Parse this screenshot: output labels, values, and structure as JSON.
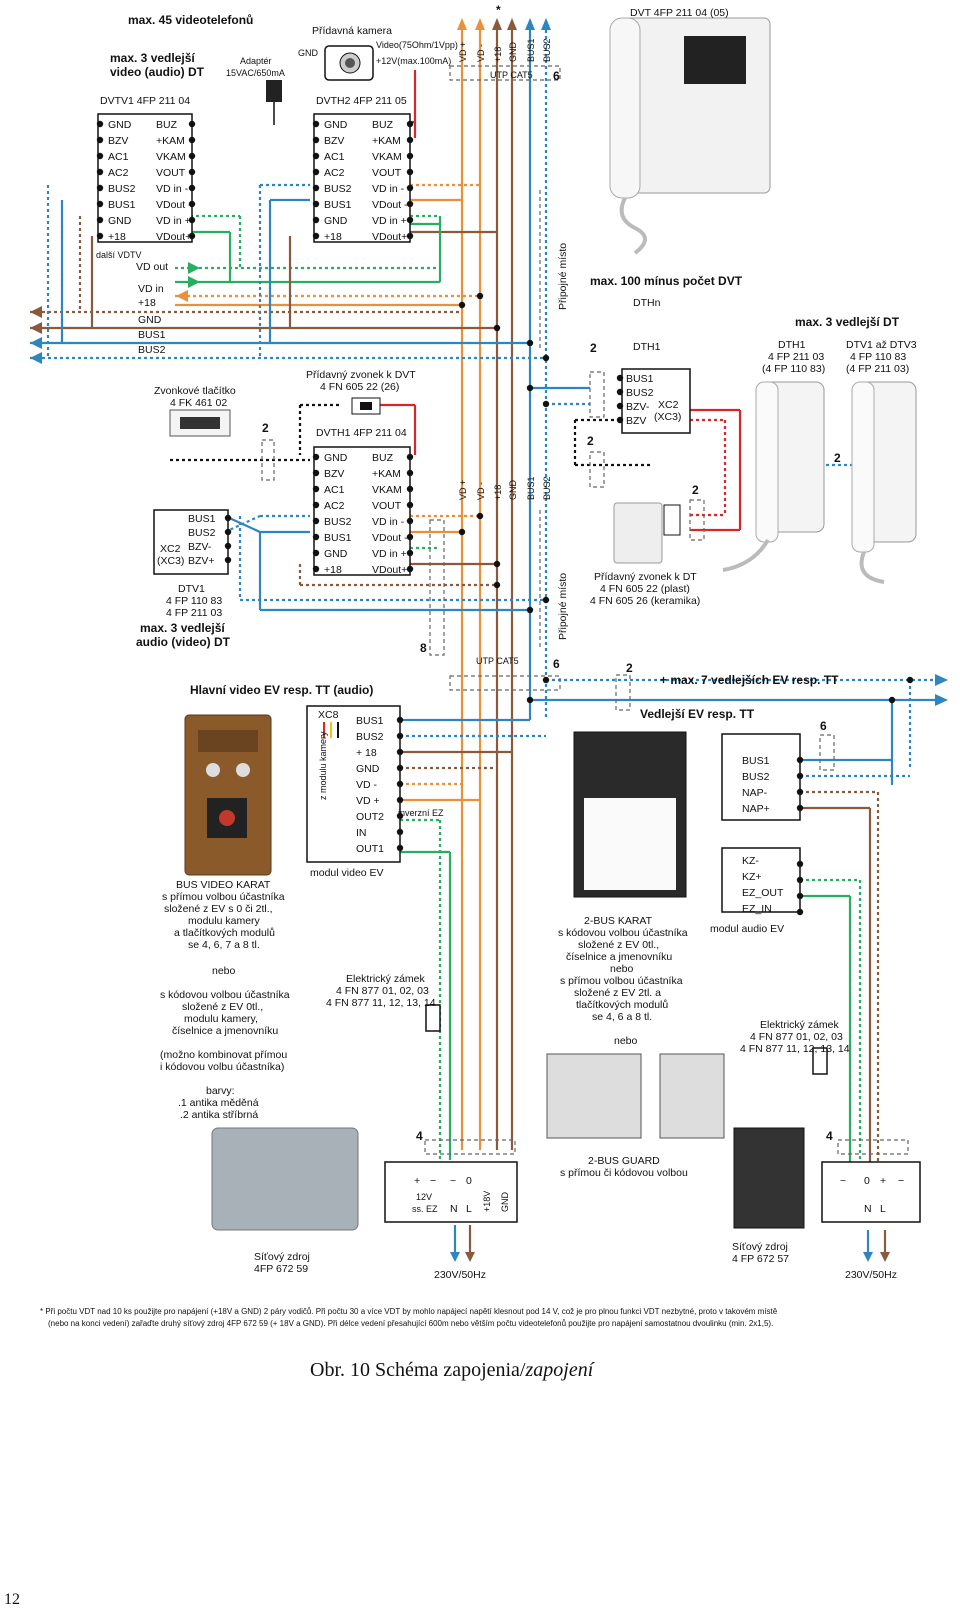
{
  "colors": {
    "blue": "#2e86c1",
    "brown": "#8b5a3c",
    "orange": "#e8913a",
    "green": "#27ae60",
    "red": "#d62828",
    "black": "#111111"
  },
  "header": {
    "max_video": "max. 45 videotelefonů",
    "star": "*",
    "extra_camera": "Přídavná kamera",
    "camera_video": "Video(75Ohm/1Vpp)",
    "camera_power": "+12V(max.100mA)",
    "camera_gnd": "GND",
    "adapter_l1": "Adaptér",
    "adapter_l2": "15VAC/650mA",
    "dvt_title": "DVT   4FP 211 04 (05)",
    "bus_labels": [
      "VD +",
      "VD -",
      "+18",
      "GND",
      "BUS1",
      "BUS2"
    ],
    "utp_top": "UTP CAT5",
    "num_6a": "6"
  },
  "dtv1": {
    "head1": "max. 3 vedlejší",
    "head2": "video (audio) DT",
    "title": "DVTV1   4FP 211 04",
    "pins_left": [
      "GND",
      "BZV",
      "AC1",
      "AC2",
      "BUS2",
      "BUS1",
      "GND",
      "+18"
    ],
    "pins_right": [
      "BUZ",
      "+KAM",
      "VKAM",
      "VOUT",
      "VD in -",
      "VDout -",
      "VD in +",
      "VDout+"
    ]
  },
  "dvth2": {
    "title": "DVTH2   4FP 211 05",
    "pins_left": [
      "GND",
      "BZV",
      "AC1",
      "AC2",
      "BUS2",
      "BUS1",
      "GND",
      "+18"
    ],
    "pins_right": [
      "BUZ",
      "+KAM",
      "VKAM",
      "VOUT",
      "VD in -",
      "VDout -",
      "VD in +",
      "VDout+"
    ]
  },
  "left_bus": {
    "dalsi": "další VDTV",
    "vd_out": "VD out",
    "vd_in": "VD in",
    "p18": "+18",
    "gnd": "GND",
    "bus1": "BUS1",
    "bus2": "BUS2"
  },
  "mid": {
    "pripojne": "Připojné místo",
    "max100": "max. 100 mínus počet DVT",
    "dthn": "DTHn",
    "dth1": "DTH1",
    "max3dt": "max. 3 vedlejší DT",
    "dth1_title_l1": "DTH1",
    "dth1_title_l2": "4 FP 211 03",
    "dth1_title_l3": "(4 FP 110 83)",
    "dtv_l1": "DTV1 až DTV3",
    "dtv_l2": "4 FP 110 83",
    "dtv_l3": "(4 FP 211 03)",
    "dth_pins": [
      "BUS1",
      "BUS2",
      "BZV-",
      "BZV"
    ],
    "xc2": "XC2",
    "xc3": "(XC3)",
    "num2": "2"
  },
  "zvon": {
    "l1": "Zvonkové tlačítko",
    "l2": "4 FK 461 02",
    "pz_l1": "Přídavný zvonek k DVT",
    "pz_l2": "4 FN 605 22 (26)"
  },
  "dvth1": {
    "title": "DVTH1   4FP 211 04",
    "pins_left": [
      "GND",
      "BZV",
      "AC1",
      "AC2",
      "BUS2",
      "BUS1",
      "GND",
      "+18"
    ],
    "pins_right": [
      "BUZ",
      "+KAM",
      "VKAM",
      "VOUT",
      "VD in -",
      "VDout -",
      "VD in +",
      "VDout+"
    ]
  },
  "dtv1box": {
    "pins": [
      "BUS1",
      "BUS2",
      "BZV-",
      "BZV+"
    ],
    "xc2": "XC2",
    "xc3": "(XC3)",
    "t1": "DTV1",
    "t2": "4 FP 110 83",
    "t3": "4 FP 211 03",
    "t4": "max. 3 vedlejší",
    "t5": "audio (video) DT"
  },
  "pz_dt": {
    "l1": "Přídavný zvonek k DT",
    "l2": "4 FN 605 22 (plast)",
    "l3": "4 FN 605 26 (keramika)"
  },
  "utp_mid": "UTP CAT5",
  "num8": "8",
  "hlavni": {
    "title": "Hlavní video EV resp. TT (audio)",
    "xc8": "XC8",
    "zmodulu": "z modulu kamery",
    "pins": [
      "BUS1",
      "BUS2",
      "+ 18",
      "GND",
      "VD -",
      "VD +",
      "OUT2",
      "IN",
      "OUT1"
    ],
    "inverzni": "inverzní EZ",
    "modul": "modul video EV"
  },
  "right_bus": {
    "max7": "+ max. 7 vedlejších EV resp. TT",
    "vedlejsi": "Vedlejší EV resp. TT",
    "num6": "6",
    "num2": "2",
    "pins_top": [
      "BUS1",
      "BUS2",
      "NAP-",
      "NAP+"
    ],
    "pins_bot": [
      "KZ-",
      "KZ+",
      "EZ_OUT",
      "EZ_IN"
    ],
    "modul": "modul audio EV"
  },
  "karat": {
    "l1": "BUS VIDEO KARAT",
    "l2": "s přímou volbou účastníka",
    "l3": "složené z EV s 0 či 2tl.,",
    "l4": "modulu kamery",
    "l5": "a tlačítkových modulů",
    "l6": "se 4, 6, 7 a 8 tl.",
    "nebo": "nebo",
    "l7": "s kódovou volbou účastníka",
    "l8": "složené z EV 0tl.,",
    "l9": "modulu kamery,",
    "l10": "číselnice a jmenovníku",
    "l11": "(možno kombinovat přímou",
    "l12": "i kódovou volbu účastníka)",
    "l13": "barvy:",
    "l14": ".1 antika měděná",
    "l15": ".2 antika stříbrná"
  },
  "karat2": {
    "l1": "2-BUS KARAT",
    "l2": "s kódovou volbou účastníka",
    "l3": "složené z EV 0tl.,",
    "l4": "číselnice a jmenovníku",
    "l5": "nebo",
    "l6": "s přímou volbou účastníka",
    "l7": "složené z EV 2tl. a",
    "l8": "tlačítkových modulů",
    "l9": "se 4, 6 a 8 tl.",
    "l10": "nebo"
  },
  "zamek": {
    "l1": "Elektrický zámek",
    "l2": "4 FN 877 01, 02, 03",
    "l3": "4 FN 877 11, 12, 13, 14"
  },
  "guard": {
    "l1": "2-BUS GUARD",
    "l2": "s přímou či kódovou volbou"
  },
  "psu1": {
    "l1": "Síťový zdroj",
    "l2": "4FP 672 59",
    "terms": [
      "+",
      "−",
      "~",
      "0",
      "+18V",
      "GND"
    ],
    "t12": "12V",
    "tss": "ss. EZ",
    "tn": "N",
    "tl": "L",
    "num4": "4",
    "mains": "230V/50Hz"
  },
  "psu2": {
    "l1": "Síťový zdroj",
    "l2": "4 FP 672 57",
    "terms": [
      "~",
      "0",
      "+",
      "−"
    ],
    "tn": "N",
    "tl": "L",
    "num4": "4",
    "mains": "230V/50Hz"
  },
  "footnote": {
    "l1": "* Při počtu VDT nad 10 ks použijte pro napájení (+18V a GND) 2 páry vodičů. Při počtu 30 a více VDT by mohlo napájecí napětí klesnout pod 14 V, což je pro plnou funkci VDT nezbytné, proto v takovém místě",
    "l2": "(nebo na konci vedení) zařaďte druhý síťový zdroj 4FP 672 59 (+ 18V a GND). Při délce vedení přesahující 600m nebo větším počtu videotelefonů použijte pro napájení samostatnou dvoulinku (min. 2x1,5)."
  },
  "caption": {
    "main": "Obr. 10 Schéma zapojenia/",
    "italic": "zapojení"
  },
  "page_number": "12"
}
